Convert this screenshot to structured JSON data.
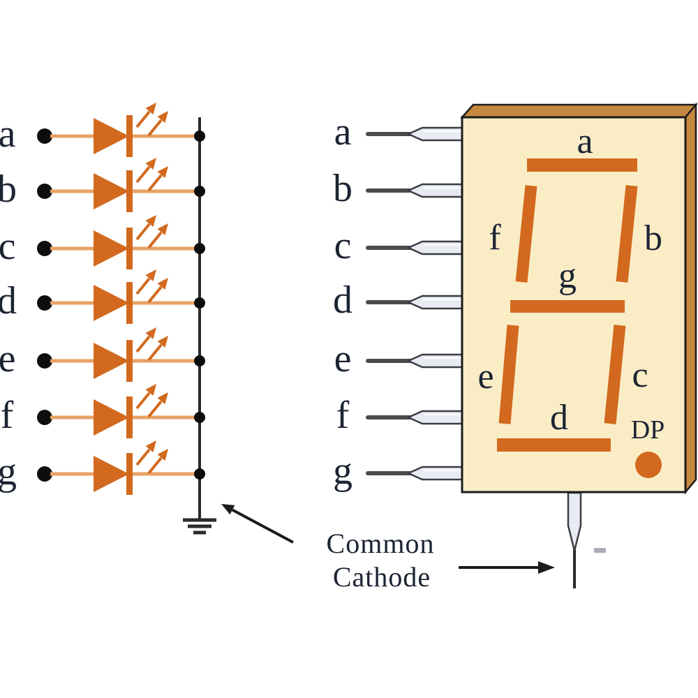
{
  "led_array": {
    "labels": [
      "a",
      "b",
      "c",
      "d",
      "e",
      "f",
      "g"
    ]
  },
  "display": {
    "pin_labels": [
      "a",
      "b",
      "c",
      "d",
      "e",
      "f",
      "g"
    ],
    "segment_labels": {
      "a": "a",
      "b": "b",
      "c": "c",
      "d": "d",
      "e": "e",
      "f": "f",
      "g": "g"
    },
    "dp_label": "DP"
  },
  "annotation": {
    "line1": "Common",
    "line2": "Cathode"
  },
  "colors": {
    "ink": "#1c2433",
    "orange": "#d2691e",
    "wire_orange": "#e9a266",
    "black_line": "#2a2a2a",
    "package_face": "#faedc6",
    "package_side": "#c5883f",
    "pin_fill": "#e9ebf3",
    "pin_stroke": "#3c3c44",
    "pin_wire": "#4b4b4b",
    "minus_mark": "#a9aeb6"
  }
}
